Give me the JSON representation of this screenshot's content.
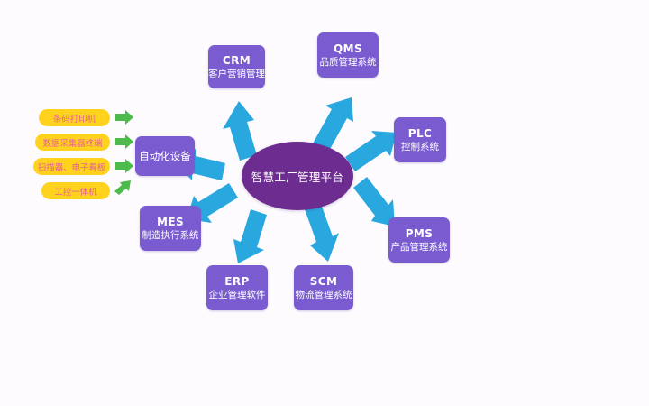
{
  "diagram": {
    "background_color": "#fdfbfe",
    "hub": {
      "label": "智慧工厂管理平台",
      "color": "#6d2d90"
    },
    "module_color": "#7a5cd0",
    "arrow_color": "#29a8e0",
    "green_arrow_color": "#4cbb4c",
    "device_color": "#ffd21e",
    "device_text_color": "#e8609a",
    "modules": [
      {
        "code": "CRM",
        "desc": "客户营销管理"
      },
      {
        "code": "QMS",
        "desc": "品质管理系统"
      },
      {
        "code": "PLC",
        "desc": "控制系统"
      },
      {
        "code": "PMS",
        "desc": "产品管理系统"
      },
      {
        "code": "SCM",
        "desc": "物流管理系统"
      },
      {
        "code": "ERP",
        "desc": "企业管理软件"
      },
      {
        "code": "MES",
        "desc": "制造执行系统"
      },
      {
        "code": "",
        "desc": "自动化设备"
      }
    ],
    "devices": [
      {
        "label": "条码打印机"
      },
      {
        "label": "数据采集器终端"
      },
      {
        "label": "扫描器、电子看板"
      },
      {
        "label": "工控一体机"
      }
    ]
  }
}
